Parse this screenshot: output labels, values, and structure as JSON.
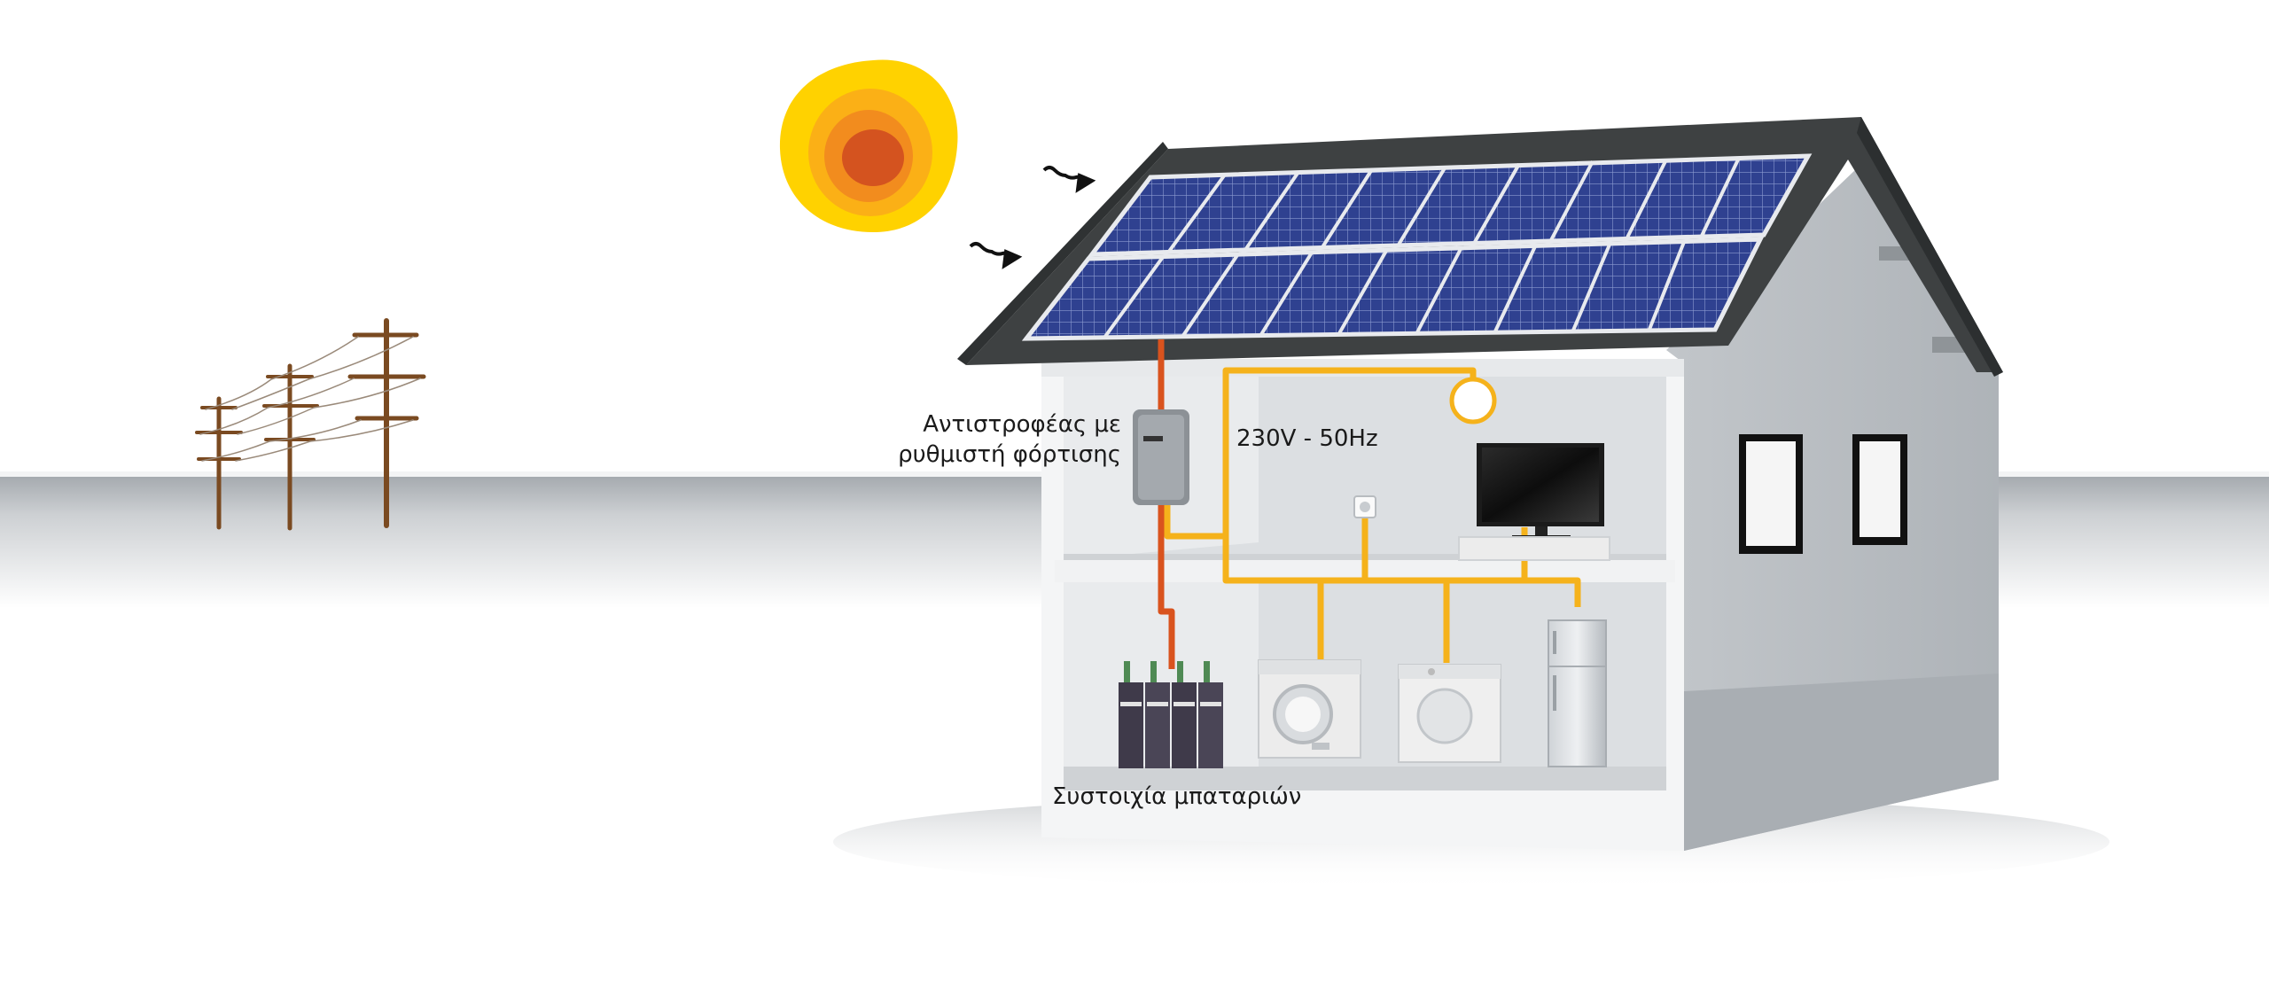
{
  "labels": {
    "inverter_line1": "Αντιστροφέας με",
    "inverter_line2": "ρυθμιστή φόρτισης",
    "voltage": "230V - 50Hz",
    "battery": "Συστοιχία μπαταριών"
  },
  "colors": {
    "sun_outer": "#FFD200",
    "sun_mid": "#FBB016",
    "sun_inner": "#F28C1E",
    "sun_core": "#D4531F",
    "dc_wire": "#D9531E",
    "ac_wire": "#F5B21B",
    "roof": "#3E4142",
    "solar_panel": "#2E3F86",
    "wall_front": "#F4F5F6",
    "wall_side": "#B9BDC1",
    "utility_pole": "#7A4A21"
  },
  "icons": [
    "sun-icon",
    "utility-poles-icon",
    "solar-panels-icon",
    "inverter-icon",
    "battery-bank-icon",
    "washing-machine-icon",
    "dryer-icon",
    "refrigerator-icon",
    "television-icon",
    "lamp-icon",
    "power-socket-icon"
  ]
}
